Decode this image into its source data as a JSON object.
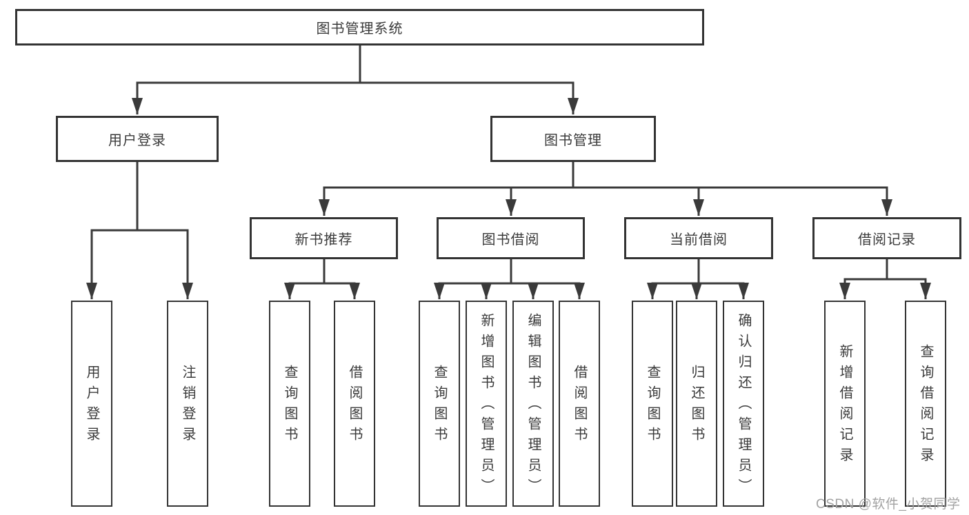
{
  "diagram": {
    "title": "图书管理系统",
    "line_color": "#3a3a3a",
    "box_border_color": "#333333",
    "box_background": "#ffffff",
    "text_color": "#3a3a3a",
    "nodes": {
      "root": {
        "label": "图书管理系统"
      },
      "user_login": {
        "label": "用户登录"
      },
      "book_mgmt": {
        "label": "图书管理"
      },
      "new_book_rec": {
        "label": "新书推荐"
      },
      "book_borrow": {
        "label": "图书借阅"
      },
      "current_borrow": {
        "label": "当前借阅"
      },
      "borrow_record": {
        "label": "借阅记录"
      },
      "leaf_user_login": {
        "label": "用户登录"
      },
      "leaf_logout": {
        "label": "注销登录"
      },
      "leaf_query_book_1": {
        "label": "查询图书"
      },
      "leaf_borrow_book_1": {
        "label": "借阅图书"
      },
      "leaf_query_book_2": {
        "label": "查询图书"
      },
      "leaf_add_book": {
        "label": "新增图书（管理员）"
      },
      "leaf_edit_book": {
        "label": "编辑图书（管理员）"
      },
      "leaf_borrow_book_2": {
        "label": "借阅图书"
      },
      "leaf_query_book_3": {
        "label": "查询图书"
      },
      "leaf_return_book": {
        "label": "归还图书"
      },
      "leaf_confirm_return": {
        "label": "确认归还（管理员）"
      },
      "leaf_add_record": {
        "label": "新增借阅记录"
      },
      "leaf_query_record": {
        "label": "查询借阅记录"
      }
    },
    "hierarchy": {
      "图书管理系统": {
        "用户登录": [
          "用户登录",
          "注销登录"
        ],
        "图书管理": {
          "新书推荐": [
            "查询图书",
            "借阅图书"
          ],
          "图书借阅": [
            "查询图书",
            "新增图书（管理员）",
            "编辑图书（管理员）",
            "借阅图书"
          ],
          "当前借阅": [
            "查询图书",
            "归还图书",
            "确认归还（管理员）"
          ],
          "借阅记录": [
            "新增借阅记录",
            "查询借阅记录"
          ]
        }
      }
    }
  },
  "watermark": {
    "text": "CSDN @软件_小贺同学",
    "color": "#a2a2a2"
  }
}
